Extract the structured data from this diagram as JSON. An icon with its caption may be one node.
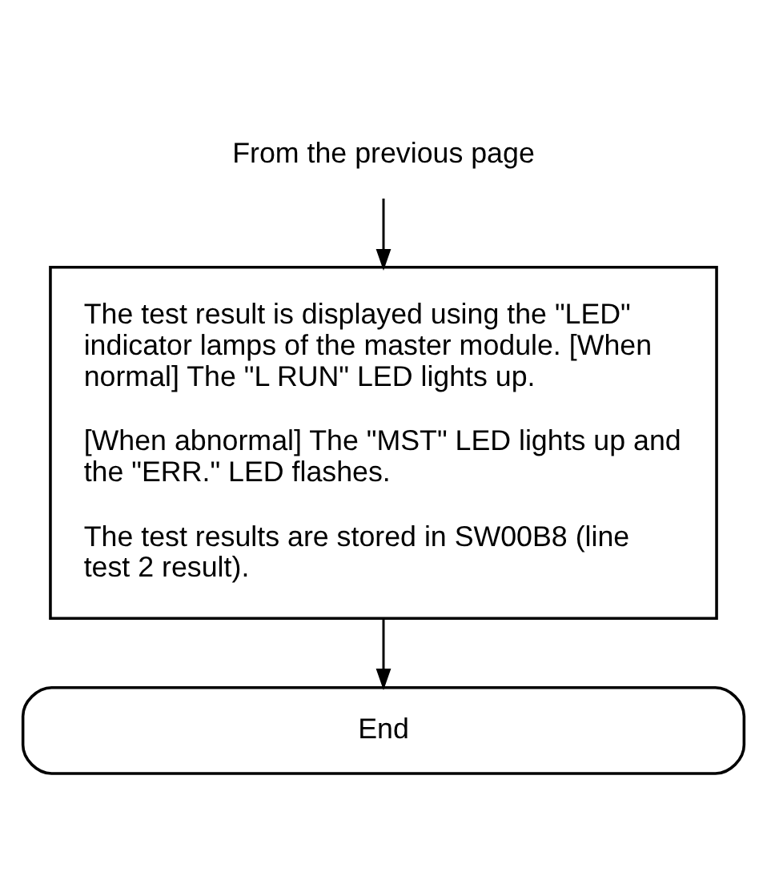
{
  "diagram": {
    "nodes": [
      {
        "text": [
          "From the previous page"
        ]
      },
      {
        "text": [
          "The test result is displayed using the \"LED\" indicator lamps of the master module. [When normal] The \"L RUN\" LED lights up.",
          "[When abnormal] The \"MST\" LED lights up and the \"ERR.\" LED flashes.",
          "The test results are stored in SW00B8 (line test 2 result)."
        ]
      },
      {
        "text": [
          "End"
        ]
      }
    ],
    "edges": [
      {
        "from": 0,
        "to": 1,
        "arrow": "to"
      },
      {
        "from": 1,
        "to": 2,
        "arrow": "to"
      }
    ]
  }
}
